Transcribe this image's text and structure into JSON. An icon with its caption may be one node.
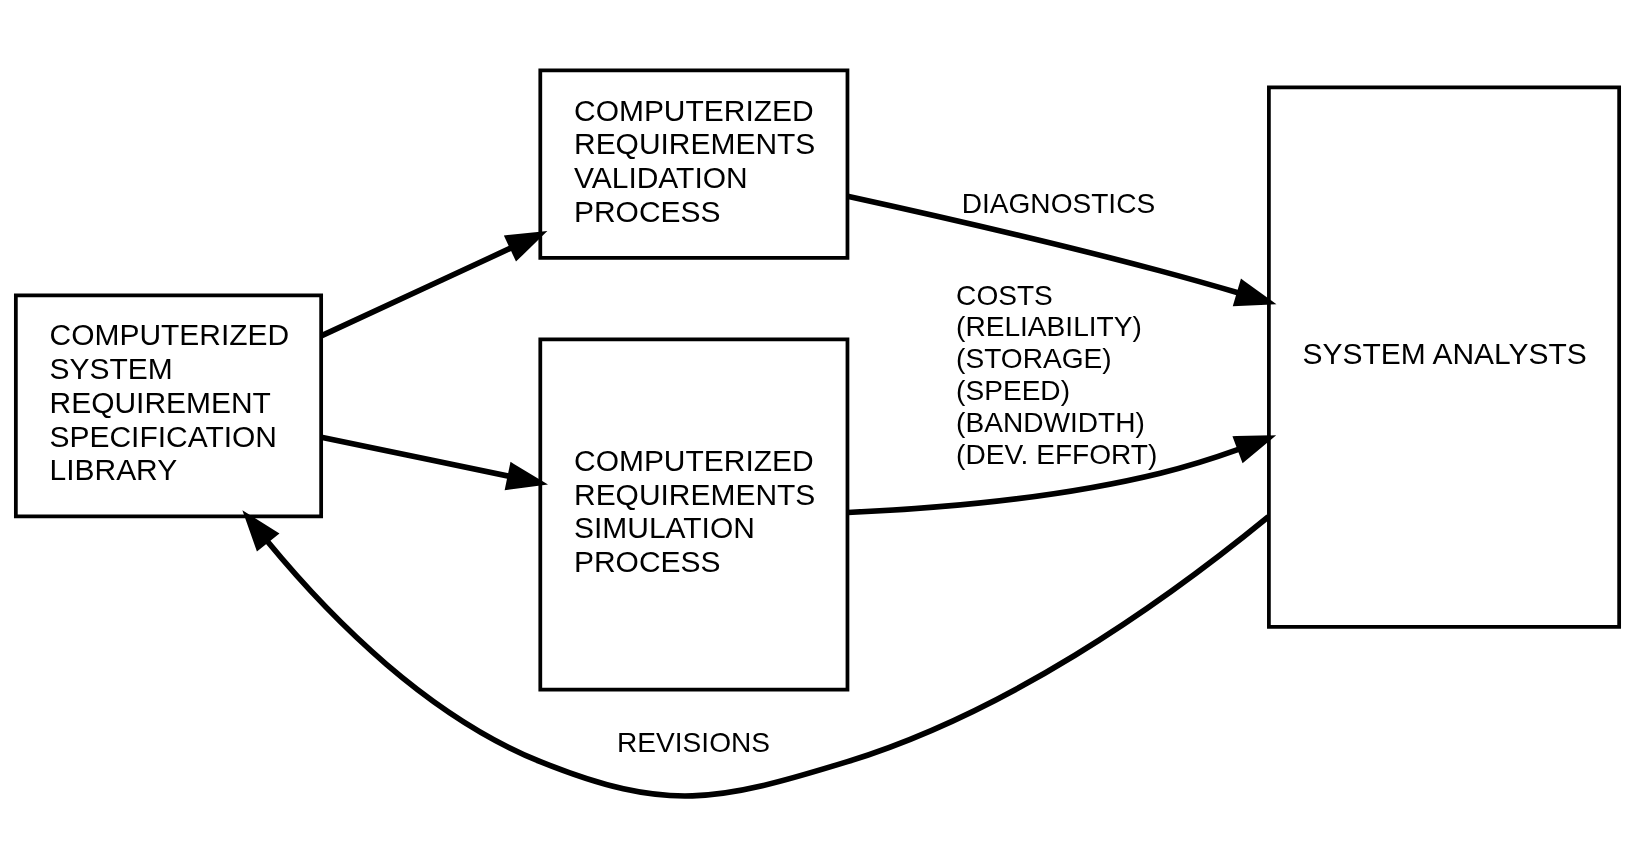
{
  "diagram": {
    "nodes": [
      {
        "text": [
          "COMPUTERIZED SYSTEM REQUIREMENT SPECIFICATION LIBRARY"
        ]
      },
      {
        "text": [
          "COMPUTERIZED REQUIREMENTS VALIDATION PROCESS"
        ]
      },
      {
        "text": [
          "COMPUTERIZED REQUIREMENTS SIMULATION PROCESS"
        ]
      },
      {
        "text": [
          "SYSTEM ANALYSTS"
        ]
      }
    ],
    "edges": [
      {
        "from": 0,
        "to": 1,
        "arrow": "to"
      },
      {
        "from": 0,
        "to": 2,
        "arrow": "to"
      },
      {
        "from": 1,
        "to": 3,
        "arrow": "to",
        "label": "DIAGNOSTICS"
      },
      {
        "from": 2,
        "to": 3,
        "arrow": "to",
        "label": "COSTS (RELIABILITY) (STORAGE) (SPEED) (BANDWIDTH) (DEV. EFFORT)"
      },
      {
        "from": 3,
        "to": 0,
        "arrow": "to",
        "label": "REVISIONS"
      }
    ]
  }
}
